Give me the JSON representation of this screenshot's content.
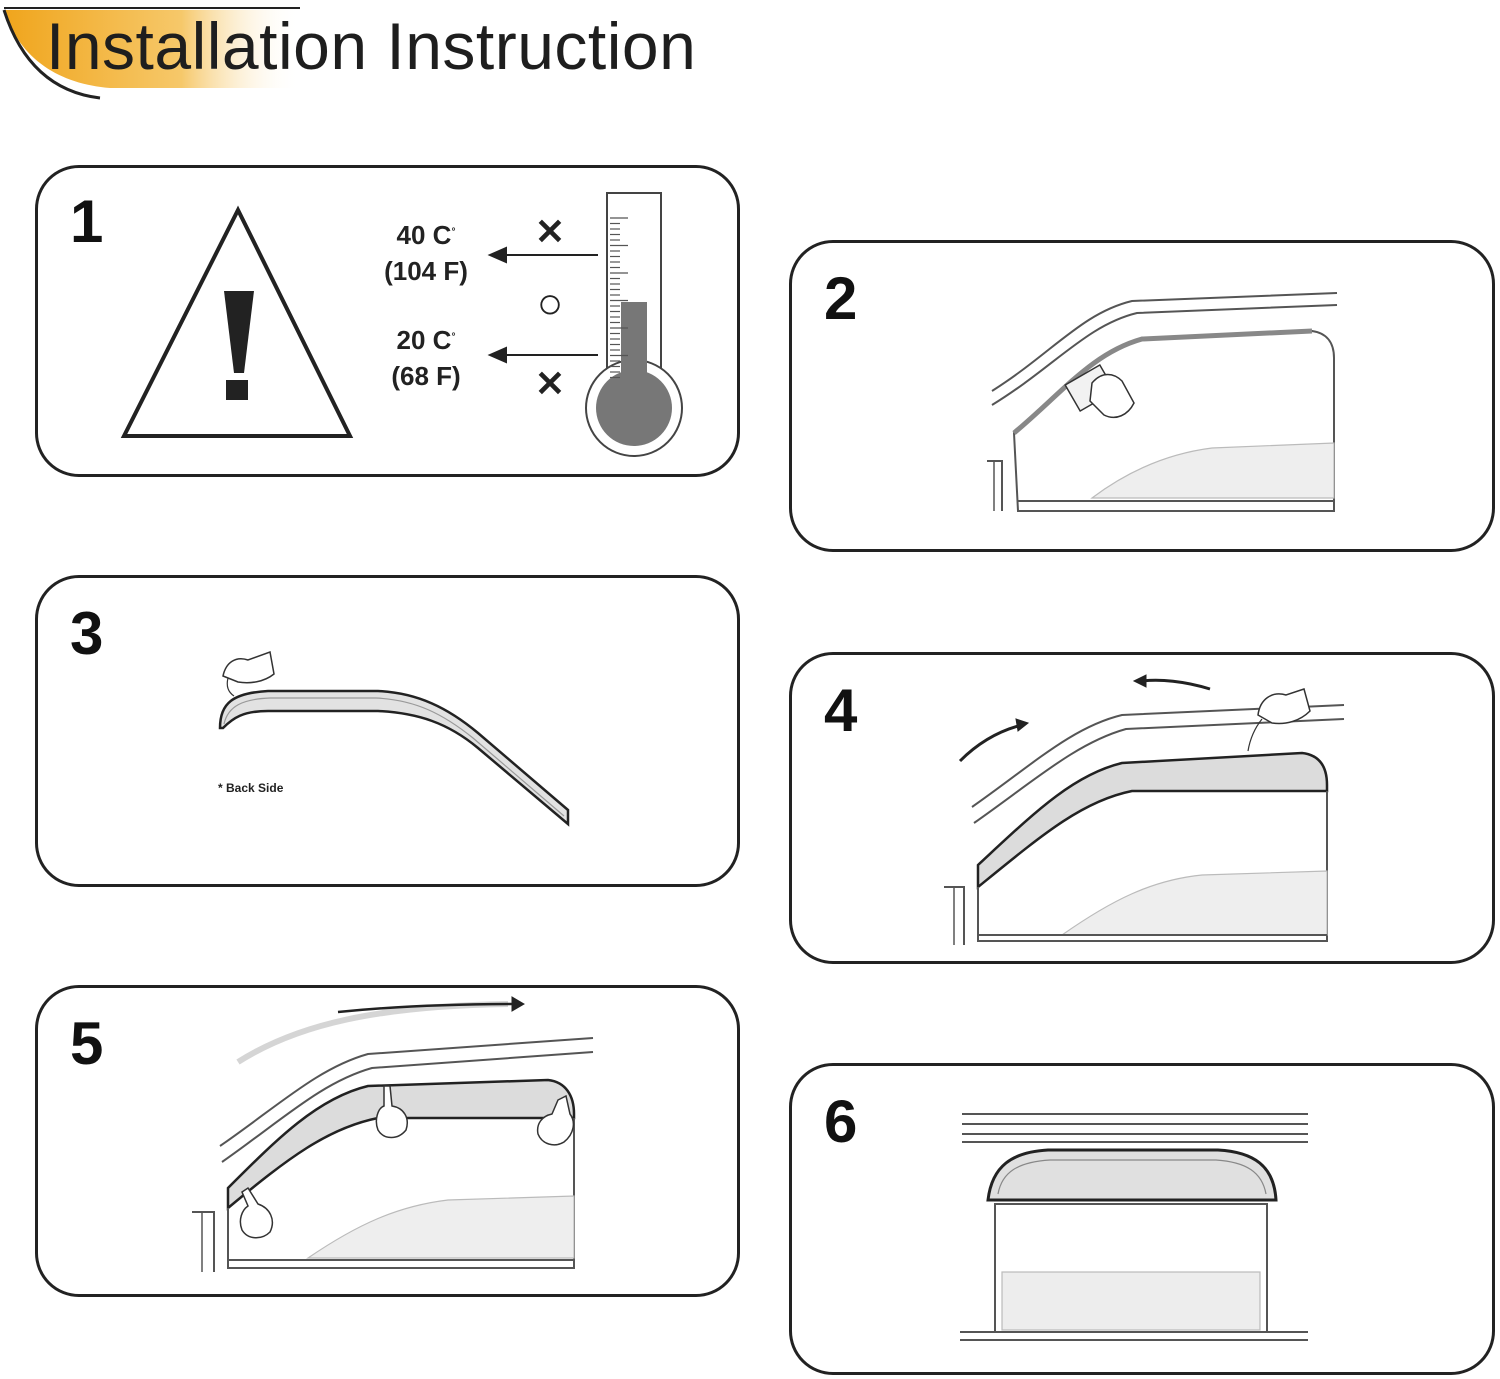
{
  "header": {
    "title": "Installation Instruction",
    "accent_color": "#f3b431"
  },
  "steps": [
    {
      "number": "1"
    },
    {
      "number": "2"
    },
    {
      "number": "3"
    },
    {
      "number": "4"
    },
    {
      "number": "5"
    },
    {
      "number": "6"
    }
  ],
  "step1": {
    "upper_temp_c": "40 C",
    "upper_temp_f": "(104 F)",
    "lower_temp_c": "20 C",
    "lower_temp_f": "(68  F)",
    "degree_mark": "°",
    "mark_wrong": "✕",
    "mark_ok": "○",
    "thermometer_fill_color": "#777777"
  },
  "step3": {
    "note": "* Back Side"
  }
}
